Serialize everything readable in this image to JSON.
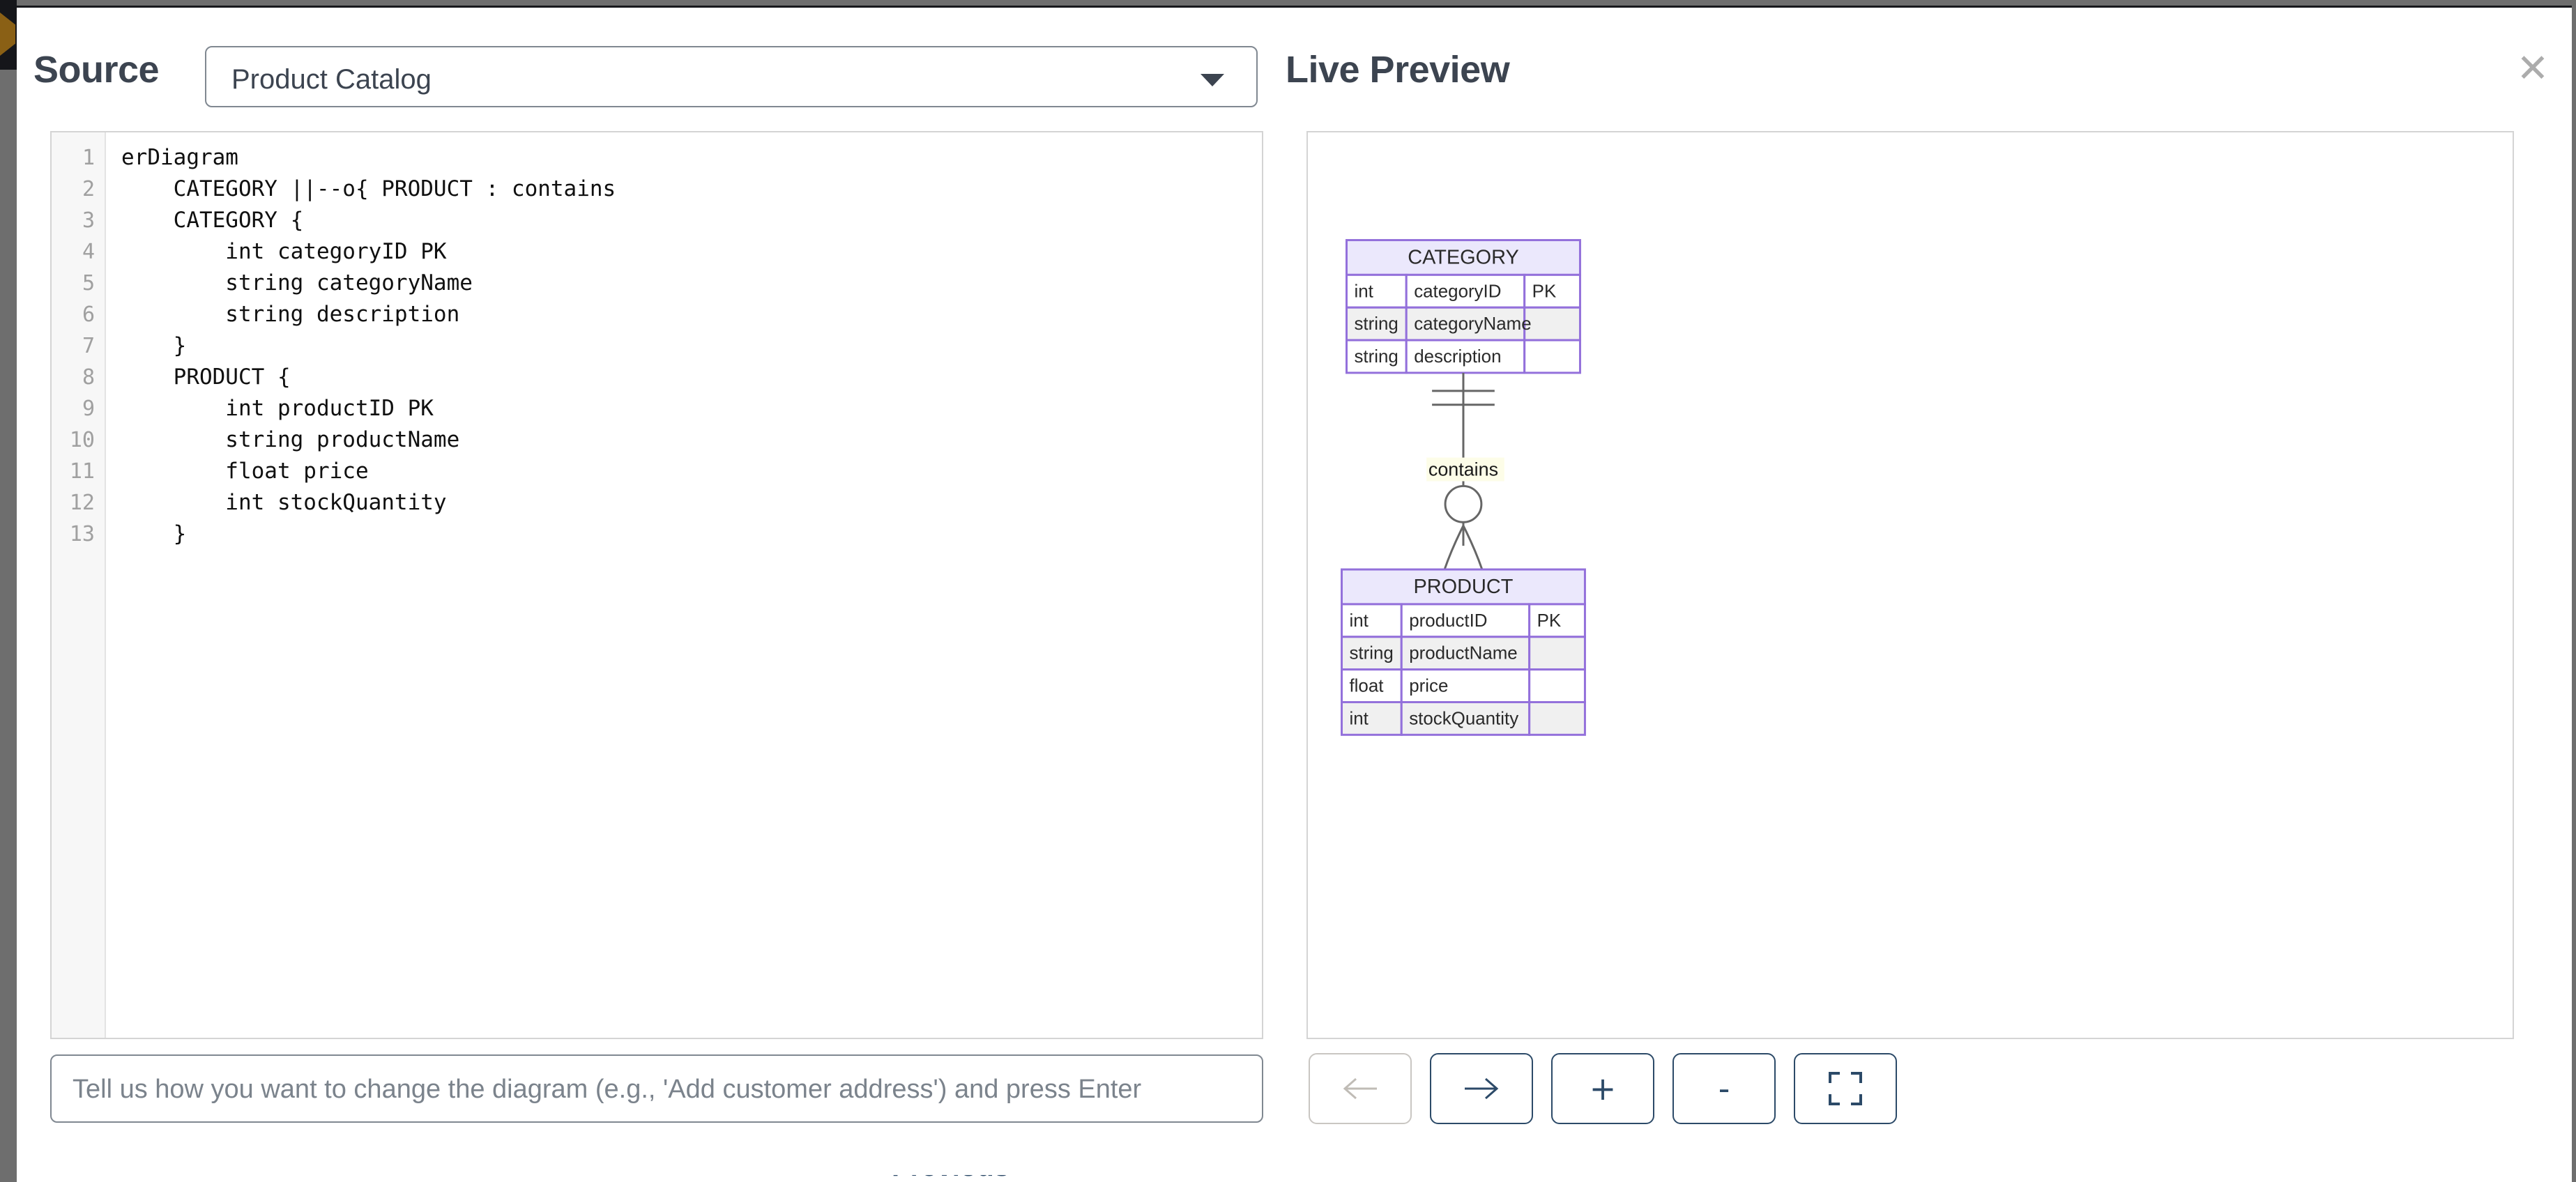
{
  "modal": {
    "source_heading": "Source",
    "preview_heading": "Live Preview",
    "close_label": "✕"
  },
  "source_select": {
    "selected": "Product Catalog",
    "chevron_icon": "chevron-down-icon"
  },
  "editor": {
    "line_numbers": [
      "1",
      "2",
      "3",
      "4",
      "5",
      "6",
      "7",
      "8",
      "9",
      "10",
      "11",
      "12",
      "13"
    ],
    "lines": [
      "erDiagram",
      "    CATEGORY ||--o{ PRODUCT : contains",
      "    CATEGORY {",
      "        int categoryID PK",
      "        string categoryName",
      "        string description",
      "    }",
      "    PRODUCT {",
      "        int productID PK",
      "        string productName",
      "        float price",
      "        int stockQuantity",
      "    }"
    ]
  },
  "prompt": {
    "placeholder": "Tell us how you want to change the diagram (e.g., 'Add customer address') and press Enter",
    "value": ""
  },
  "toolbar": {
    "buttons": [
      {
        "name": "back-button",
        "icon": "arrow-left-icon",
        "label": "←",
        "disabled": true
      },
      {
        "name": "forward-button",
        "icon": "arrow-right-icon",
        "label": "→",
        "disabled": false
      },
      {
        "name": "zoom-in-button",
        "icon": "plus-icon",
        "label": "+",
        "disabled": false
      },
      {
        "name": "zoom-out-button",
        "icon": "minus-icon",
        "label": "-",
        "disabled": false
      },
      {
        "name": "fit-screen-button",
        "icon": "fit-screen-icon",
        "label": "",
        "disabled": false
      }
    ]
  },
  "colors": {
    "entity_header_fill": "#ebe8fc",
    "entity_border": "#9370db",
    "entity_row_alt": "#f0f0f0",
    "relation_line": "#666666",
    "label_bg": "#fdfde8",
    "accent": "#2c4a68",
    "heading": "#3c4450"
  },
  "chart_data": {
    "type": "diagram",
    "diagram_kind": "erDiagram",
    "title": "Product Catalog",
    "entities": [
      {
        "name": "CATEGORY",
        "attributes": [
          {
            "type": "int",
            "name": "categoryID",
            "key": "PK"
          },
          {
            "type": "string",
            "name": "categoryName",
            "key": ""
          },
          {
            "type": "string",
            "name": "description",
            "key": ""
          }
        ]
      },
      {
        "name": "PRODUCT",
        "attributes": [
          {
            "type": "int",
            "name": "productID",
            "key": "PK"
          },
          {
            "type": "string",
            "name": "productName",
            "key": ""
          },
          {
            "type": "float",
            "name": "price",
            "key": ""
          },
          {
            "type": "int",
            "name": "stockQuantity",
            "key": ""
          }
        ]
      }
    ],
    "relationships": [
      {
        "from": "CATEGORY",
        "to": "PRODUCT",
        "label": "contains",
        "from_cardinality": "exactly-one",
        "to_cardinality": "zero-or-many",
        "notation": "||--o{"
      }
    ]
  },
  "footer": {
    "cut_text": "Previous"
  }
}
